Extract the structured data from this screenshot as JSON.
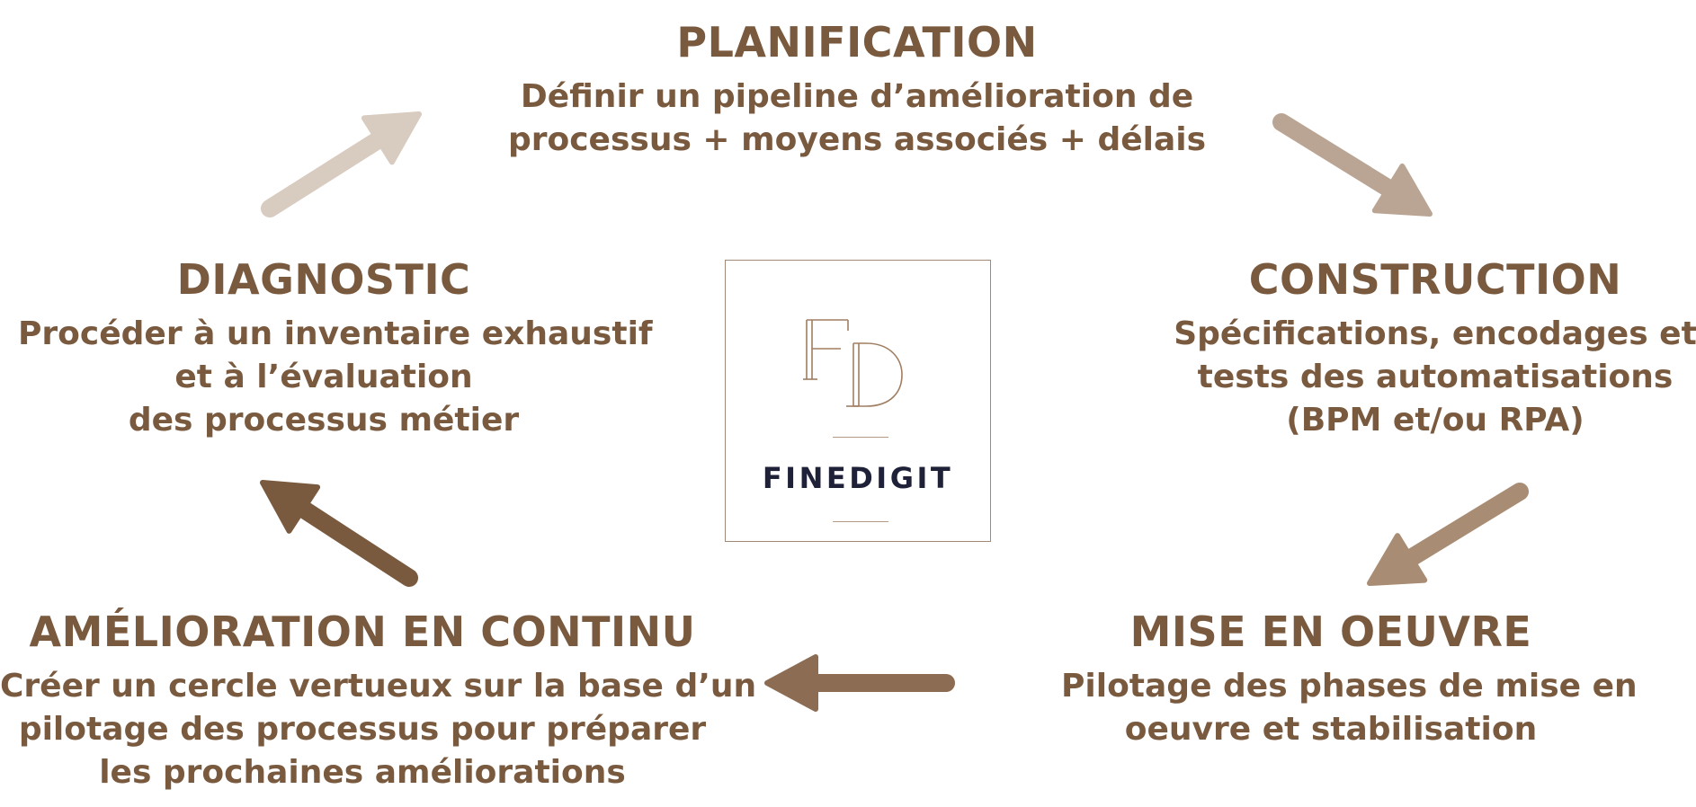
{
  "stages": [
    {
      "id": "planification",
      "title": "PLANIFICATION",
      "lines": [
        "Définir un pipeline d’amélioration de",
        "processus + moyens associés + délais"
      ]
    },
    {
      "id": "construction",
      "title": "CONSTRUCTION",
      "lines": [
        "Spécifications, encodages et",
        "tests des automatisations",
        "(BPM et/ou RPA)"
      ]
    },
    {
      "id": "mise-en-oeuvre",
      "title": "MISE EN OEUVRE",
      "lines": [
        "Pilotage des phases de mise en",
        "oeuvre et stabilisation"
      ]
    },
    {
      "id": "amelioration",
      "title": "AMÉLIORATION EN CONTINU",
      "lines": [
        "Créer un cercle vertueux sur la base d’un",
        "pilotage des processus pour préparer",
        "les prochaines améliorations"
      ]
    },
    {
      "id": "diagnostic",
      "title": "DIAGNOSTIC",
      "lines": [
        "Procéder à un inventaire exhaustif",
        "et à l’évaluation",
        "des processus métier"
      ]
    }
  ],
  "logo": {
    "monogram": "FD",
    "name": "FINEDIGIT"
  },
  "colors": {
    "text": "#7a5a3f",
    "logo_text": "#1f2138",
    "arrow_planification_to_construction": "#baa594",
    "arrow_construction_to_mise": "#a88c74",
    "arrow_mise_to_amelioration": "#8c6c53",
    "arrow_amelioration_to_diagnostic": "#7a5a3f",
    "arrow_diagnostic_to_planification": "#d8cbc0"
  },
  "arrows": [
    {
      "id": "diagnostic-to-planification",
      "color_key": "arrow_diagnostic_to_planification"
    },
    {
      "id": "planification-to-construction",
      "color_key": "arrow_planification_to_construction"
    },
    {
      "id": "construction-to-mise",
      "color_key": "arrow_construction_to_mise"
    },
    {
      "id": "mise-to-amelioration",
      "color_key": "arrow_mise_to_amelioration"
    },
    {
      "id": "amelioration-to-diagnostic",
      "color_key": "arrow_amelioration_to_diagnostic"
    }
  ]
}
